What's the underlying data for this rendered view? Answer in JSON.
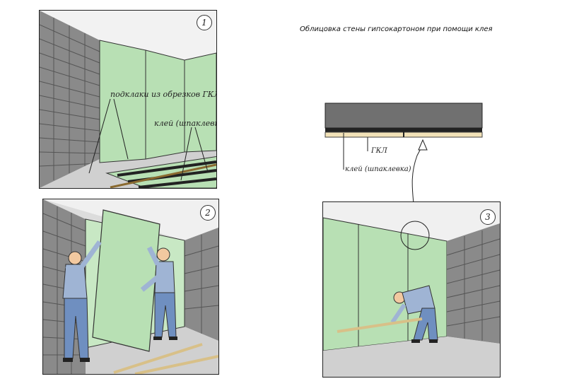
{
  "title": "Облицовка стены гипсокартоном при помощи клея",
  "panels": [
    {
      "number": "1",
      "labels": {
        "spacers": "подклаки из обрезков ГКЛ",
        "glue": "клей (шпаклевка)"
      }
    },
    {
      "number": "2"
    },
    {
      "number": "3"
    }
  ],
  "detail": {
    "gkl": "ГКЛ",
    "glue": "клей (шпаклевка)"
  },
  "colors": {
    "drywall": "#b8e0b4",
    "brick": "#6e6e6e",
    "floor": "#d4d4d4",
    "shirt": "#9fb4d4",
    "pants": "#6f8fc0",
    "wood": "#d8c088"
  }
}
